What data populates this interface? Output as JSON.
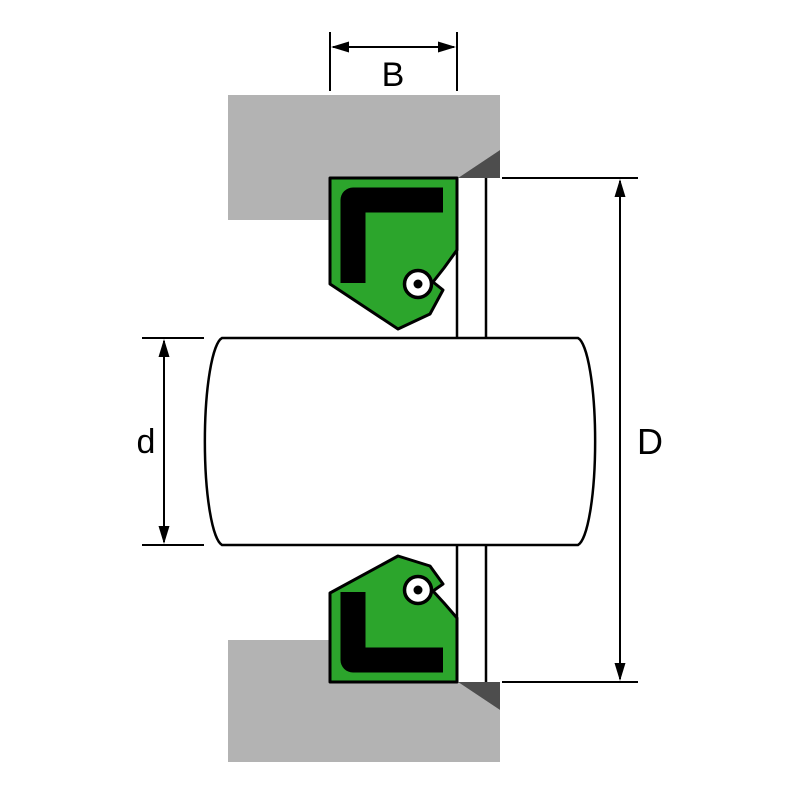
{
  "figure": {
    "background": "#FFFFFF",
    "colors": {
      "housing": "#B3B3B3",
      "chamfer": "#4D4D4D",
      "seal": "#2CA52C",
      "seal_insert": "#000000",
      "shaft": "#FFFFFF",
      "line": "#000000"
    },
    "labels": {
      "width": "B",
      "shaft_diameter": "d",
      "outer_diameter": "D"
    }
  }
}
